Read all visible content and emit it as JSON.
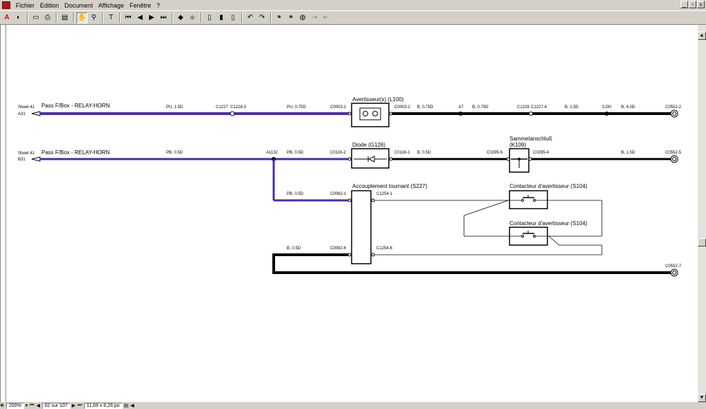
{
  "menu": {
    "items": [
      "Fichier",
      "Edition",
      "Document",
      "Affichage",
      "Fenêtre",
      "?"
    ],
    "win_controls": [
      "_",
      "▫",
      "x"
    ]
  },
  "toolbar": {
    "icons": [
      "acrobat-icon",
      "circle-icon",
      "open-icon",
      "print-icon",
      "page-icon",
      "hand-icon",
      "zoom-icon",
      "text-select-icon",
      "first-page-icon",
      "prev-page-icon",
      "next-page-icon",
      "last-page-icon",
      "back-icon",
      "forward-icon",
      "single-page-icon",
      "continuous-icon",
      "facing-icon",
      "rotate-left-icon",
      "rotate-right-icon",
      "find-icon",
      "find-again-icon",
      "web-icon",
      "export-icon",
      "import-icon"
    ]
  },
  "status": {
    "zoom": "200%",
    "page": "62 sur 107",
    "size": "11,69 x 8,26 po"
  },
  "schematic": {
    "row1": {
      "sheet": "Sheet 41",
      "ref": "A31",
      "title": "Pass F/Box - RELAY-HORN",
      "w1": "PU, 1.5D",
      "c1": "C1227",
      "c2": "C1228-3",
      "w2": "PU, 0.75D",
      "c3": "C0003-1",
      "comp": "Avertisseur(s) (L100)",
      "c4": "C0003-2",
      "w3": "B, 0.75D",
      "j1": "A7",
      "w4": "B, 0.75D",
      "c5": "C1228",
      "c6": "C1227-4",
      "w5": "B, 1.5D",
      "j2": "SJ30",
      "w6": "B, 4.0D",
      "end": "C0552-2"
    },
    "row2": {
      "sheet": "Sheet 41",
      "ref": "B31",
      "title": "Pass F/Box - RELAY-HORN",
      "w1": "PB, 0.5D",
      "j1": "A1132",
      "w2": "PB, 0.5D",
      "c1": "C0116-2",
      "comp": "Diode (G126)",
      "c2": "C0116-1",
      "w3": "B, 0.5D",
      "c3": "C0295-5",
      "comp2a": "Sammelanschluß",
      "comp2b": "(K109)",
      "c4": "C0295-4",
      "w4": "B, 1.5D",
      "end": "C0552-5"
    },
    "row3": {
      "w1": "PB, 0.5D",
      "c1": "C0082-1",
      "comp": "Accouplement tournant (S227)",
      "c2": "C1254-1",
      "sw1": "Contacteur d'avertisseur (S104)",
      "sw2": "Contacteur d'avertisseur (S104)"
    },
    "row4": {
      "w1": "B, 0.5D",
      "c1": "C0082-6",
      "c2": "C1254-6",
      "end": "C0552-7"
    }
  }
}
